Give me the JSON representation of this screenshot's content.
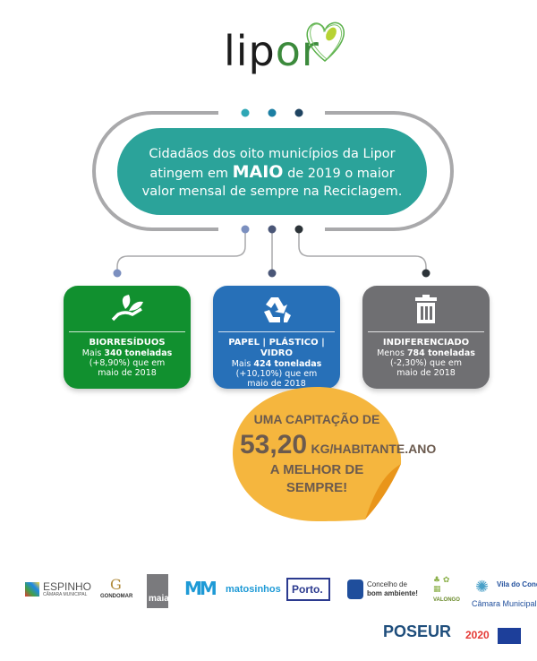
{
  "brand": {
    "name_a": "lip",
    "name_b": "or"
  },
  "headline": {
    "line1": "Cidadãos dos oito municípios da Lipor",
    "pre": "atingem em ",
    "month": "MAIO",
    "post": " de 2019 o maior",
    "line3": "valor mensal de sempre na Reciclagem."
  },
  "cards": [
    {
      "title": "BIORRESÍDUOS",
      "prefix": "Mais ",
      "amount": "340 toneladas",
      "change": "(+8,90%) que em",
      "ref": "maio de 2018",
      "color": "#11902f",
      "icon": "hand-leaves-icon"
    },
    {
      "title": "PAPEL | PLÁSTICO | VIDRO",
      "prefix": "Mais ",
      "amount": "424 toneladas",
      "change": "(+10,10%) que em",
      "ref": "maio de 2018",
      "color": "#2770b8",
      "icon": "recycle-icon"
    },
    {
      "title": "INDIFERENCIADO",
      "prefix": "Menos ",
      "amount": "784 toneladas",
      "change": "(-2,30%) que em",
      "ref": "maio de 2018",
      "color": "#6f6f72",
      "icon": "trash-icon"
    }
  ],
  "sticker": {
    "line1": "UMA CAPITAÇÃO DE",
    "value": "53,20",
    "unit": "KG/HABITANTE.ANO",
    "line3": "A MELHOR DE",
    "line4": "SEMPRE!"
  },
  "partners": [
    "ESPINHO",
    "CÂMARA MUNICIPAL",
    "GONDOMAR",
    "maia",
    "matosinhos",
    "Porto.",
    "Concelho de",
    "bom ambiente!",
    "VALONGO",
    "Vila do Conde",
    "Câmara Municipal",
    "POSEUR",
    "2020"
  ]
}
